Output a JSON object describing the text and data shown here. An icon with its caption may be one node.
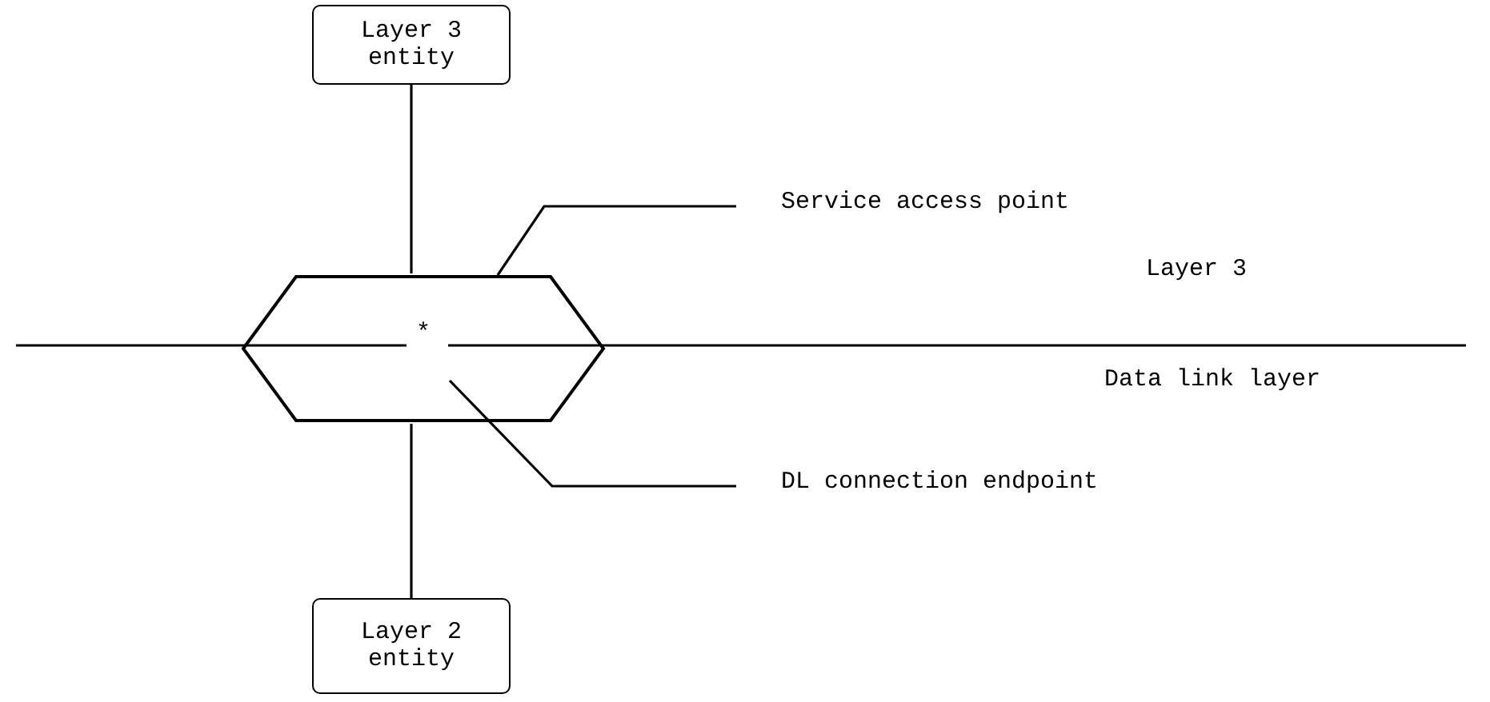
{
  "diagram": {
    "nodes": [
      {
        "text": [
          "Layer 3 entity"
        ]
      },
      {
        "text": [],
        "shape": "hexagon"
      },
      {
        "text": [
          "Service access point"
        ]
      },
      {
        "text": [
          "DL connection endpoint"
        ]
      },
      {
        "text": [
          "Layer 2 entity"
        ]
      }
    ],
    "edges": [
      {
        "from": 0,
        "to": 1,
        "arrow": "none"
      },
      {
        "from": 1,
        "to": 4,
        "arrow": "none"
      },
      {
        "from": 2,
        "to": 1,
        "arrow": "none"
      },
      {
        "from": 3,
        "to": 1,
        "arrow": "none"
      }
    ],
    "labels": [
      "*",
      "Layer 3",
      "Data link layer"
    ]
  }
}
